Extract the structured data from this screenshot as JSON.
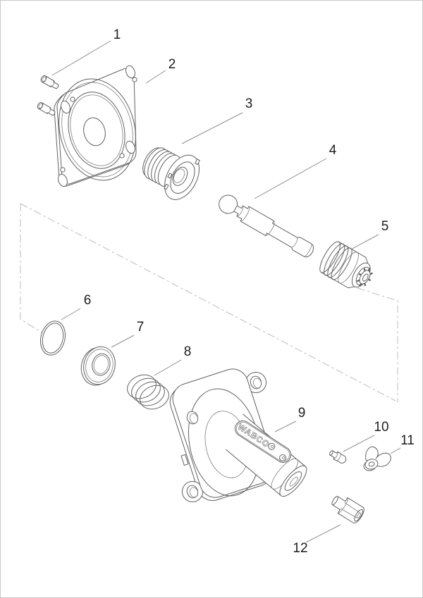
{
  "diagram": {
    "brand_text": "WABCO",
    "colors": {
      "line": "#616161",
      "centerline": "#bcbcbc",
      "label": "#1d1d1d",
      "background": "#ffffff"
    },
    "callouts": [
      {
        "number": "1"
      },
      {
        "number": "2"
      },
      {
        "number": "3"
      },
      {
        "number": "4"
      },
      {
        "number": "5"
      },
      {
        "number": "6"
      },
      {
        "number": "7"
      },
      {
        "number": "8"
      },
      {
        "number": "9"
      },
      {
        "number": "10"
      },
      {
        "number": "11"
      },
      {
        "number": "12"
      }
    ]
  }
}
